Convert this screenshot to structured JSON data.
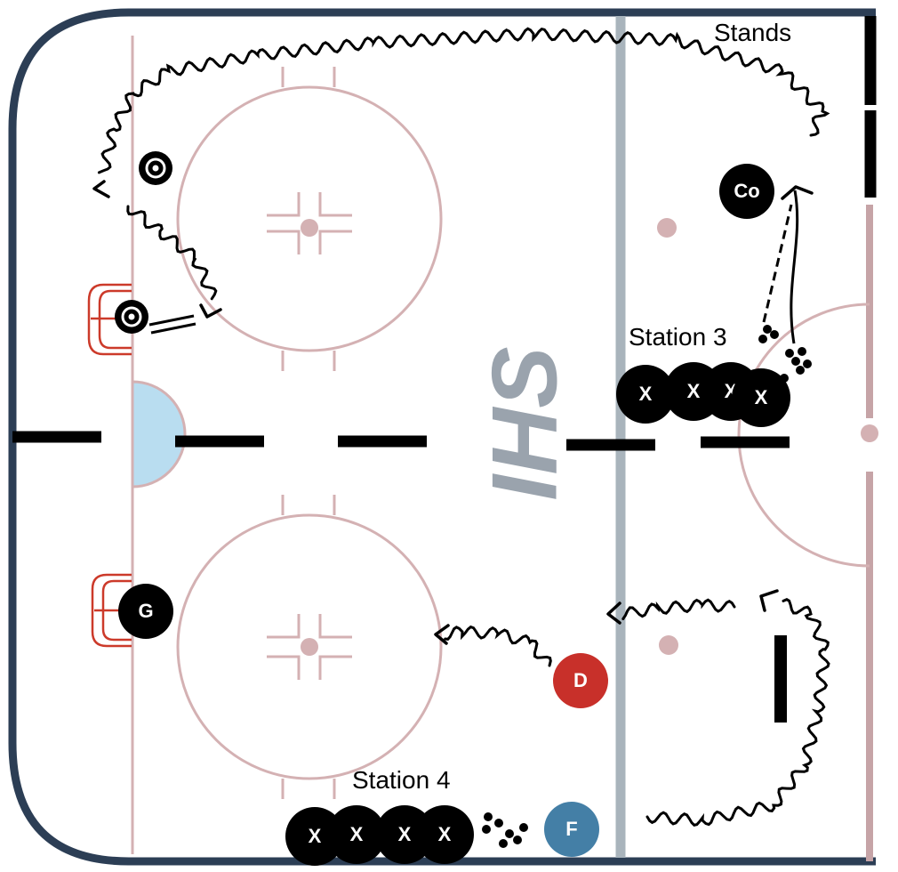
{
  "labels": {
    "stands": "Stands",
    "station3": "Station 3",
    "station4": "Station 4"
  },
  "logo": {
    "text": "IHS"
  },
  "players": {
    "coach": "Co",
    "goalie": "G",
    "defense": "D",
    "forward": "F",
    "station3_skaters": [
      "X",
      "X",
      "X",
      "X"
    ],
    "station4_skaters": [
      "X",
      "X",
      "X",
      "X"
    ]
  },
  "colors": {
    "boards": "#2c3e55",
    "rink_markings": "#d4b1b3",
    "center_line": "#c6a4a7",
    "blue_line": "#a9b4bc",
    "crease": "#b9ddf0",
    "net": "#cc3a2a",
    "defense_token": "#c8302a",
    "forward_token": "#447fa6",
    "token": "#000000"
  }
}
